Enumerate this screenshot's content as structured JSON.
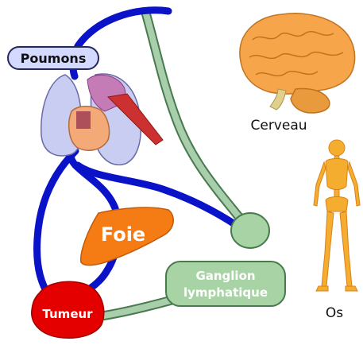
{
  "labels": {
    "lungs": "Poumons",
    "brain": "Cerveau",
    "liver": "Foie",
    "lymph_node_line1": "Ganglion",
    "lymph_node_line2": "lymphatique",
    "tumor": "Tumeur",
    "bone": "Os"
  },
  "colors": {
    "blood_vessel": "#0b13c8",
    "lymph_vessel": "#a8ceab",
    "lymph_outline": "#477a4d",
    "lymph_node": "#a8d4a5",
    "tumor": "#e50000",
    "liver": "#f57b14",
    "lungs_fill": "#c9cdf2",
    "heart": "#f4a979",
    "aorta": "#cc3030",
    "brain": "#f7a54a",
    "skeleton": "#f5ad2f",
    "label_box_fill": "#d4d9ff"
  },
  "icons": [
    "lungs-illustration",
    "heart-illustration",
    "brain-illustration",
    "skeleton-illustration"
  ]
}
